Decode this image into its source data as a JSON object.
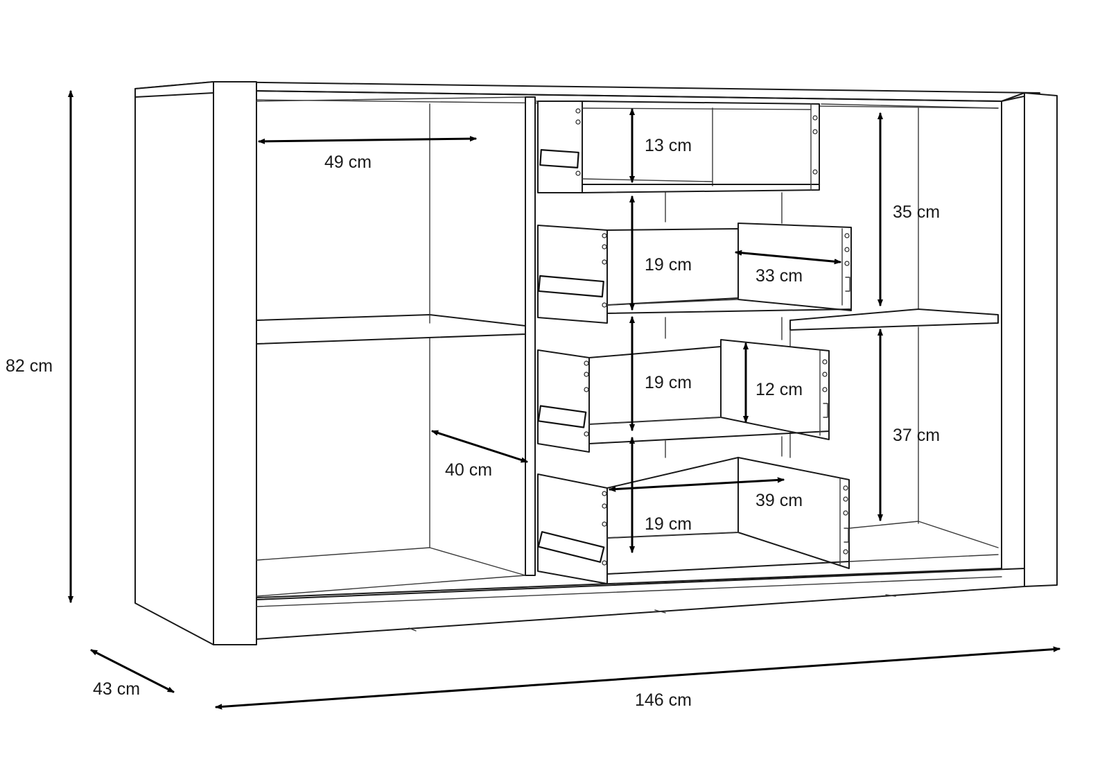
{
  "labels": {
    "height_total": "82 cm",
    "depth_total": "43 cm",
    "width_total": "146 cm",
    "left_compartment_width": "49 cm",
    "left_compartment_depth": "40 cm",
    "drawer1_height": "13 cm",
    "drawer2_height": "19 cm",
    "drawer3_height": "19 cm",
    "drawer4_height": "19 cm",
    "drawer_inner_depth": "33 cm",
    "drawer3_inner_height": "12 cm",
    "drawer_inner_width": "39 cm",
    "right_upper_height": "35 cm",
    "right_lower_height": "37 cm"
  }
}
